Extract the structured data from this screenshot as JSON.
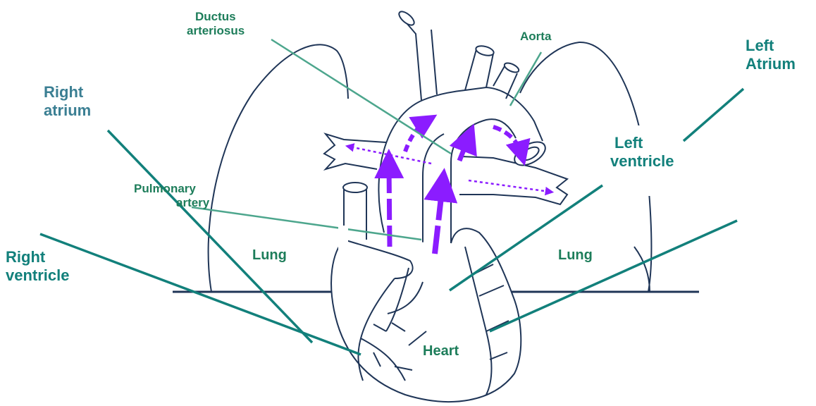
{
  "labels": {
    "ductus_line1": "Ductus",
    "ductus_line2": "arteriosus",
    "aorta": "Aorta",
    "pulmonary_line1": "Pulmonary",
    "pulmonary_line2": "artery",
    "lung_left": "Lung",
    "lung_right": "Lung",
    "heart": "Heart",
    "left_atrium_line1": "Left",
    "left_atrium_line2": "Atrium",
    "right_atrium_line1": "Right",
    "right_atrium_line2": "atrium",
    "left_ventricle_line1": "Left",
    "left_ventricle_line2": "ventricle",
    "right_ventricle_line1": "Right",
    "right_ventricle_line2": "ventricle"
  },
  "colors": {
    "pointer_line": "#12807b",
    "outline": "#1f3557",
    "flow_arrow": "#8b1cff",
    "label_teal": "#12807b",
    "label_blue": "#3b7f93",
    "label_green": "#1d7d5a"
  }
}
